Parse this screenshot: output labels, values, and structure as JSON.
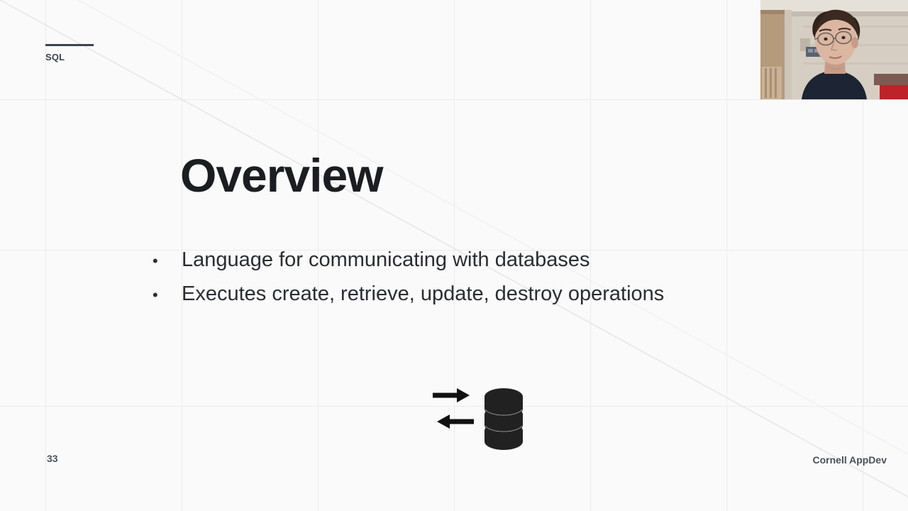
{
  "slide": {
    "header_label": "SQL",
    "title": "Overview",
    "bullet_marker": "•",
    "bullets": [
      "Language for communicating with databases",
      "Executes create, retrieve, update, destroy operations"
    ],
    "page_number": "33",
    "footer_brand": "Cornell AppDev",
    "background_color": "#fafafa",
    "grid_color": "#ebebeb",
    "title_color": "#1b1d21",
    "body_text_color": "#2a2d33",
    "footer_text_color": "#4a505c",
    "accent_rule_color": "#3d4450"
  },
  "graphic": {
    "name": "database-cylinder",
    "fill_color": "#212121",
    "arrow_color": "#111111",
    "arrow_in_label": "write-arrow",
    "arrow_out_label": "read-arrow",
    "disc_count": 3
  },
  "webcam": {
    "label": "presenter-webcam",
    "position": "top-right",
    "wall_color": "#d8d0c5",
    "shirt_color": "#1d2433",
    "hair_color": "#3a2a22",
    "skin_color": "#d9b7a3",
    "accent_color": "#c0272d"
  }
}
